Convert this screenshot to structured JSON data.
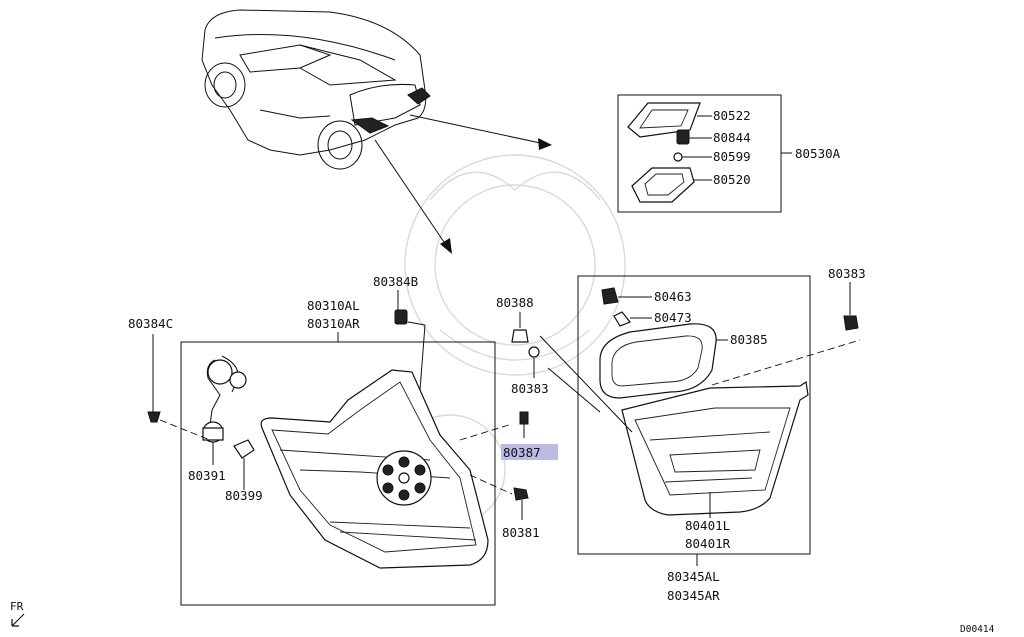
{
  "labels": {
    "p80522": "80522",
    "p80844": "80844",
    "p80599": "80599",
    "p80520": "80520",
    "p80530A": "80530A",
    "p80384B": "80384B",
    "p80310AL": "80310AL",
    "p80310AR": "80310AR",
    "p80384C": "80384C",
    "p80391": "80391",
    "p80399": "80399",
    "p80388": "80388",
    "p80383a": "80383",
    "p80387": "80387",
    "p80381": "80381",
    "p80463": "80463",
    "p80473": "80473",
    "p80385": "80385",
    "p80383b": "80383",
    "p80401L": "80401L",
    "p80401R": "80401R",
    "p80345AL": "80345AL",
    "p80345AR": "80345AR"
  },
  "front_marker": "FR",
  "diagram_code": "D00414",
  "highlight_color": "#b9bde6"
}
